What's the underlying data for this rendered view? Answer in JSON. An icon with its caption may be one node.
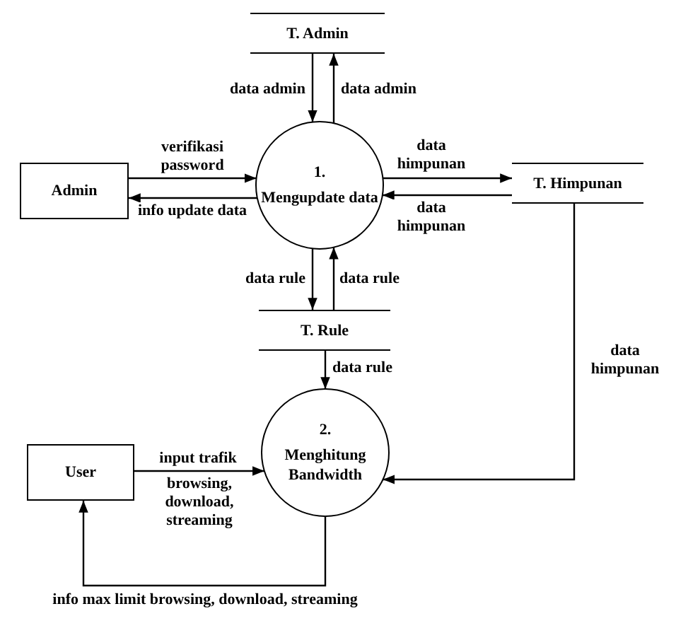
{
  "diagram": {
    "nodes": [
      {
        "text": [
          "T. Admin"
        ]
      },
      {
        "text": [
          "Admin"
        ]
      },
      {
        "text": [
          "1.",
          "Mengupdate data"
        ]
      },
      {
        "text": [
          "T. Himpunan"
        ]
      },
      {
        "text": [
          "T. Rule"
        ]
      },
      {
        "text": [
          "2.",
          "Menghitung Bandwidth"
        ]
      },
      {
        "text": [
          "User"
        ]
      }
    ],
    "edges": [
      {
        "from": 0,
        "to": 2,
        "arrow": "to",
        "label": "data admin"
      },
      {
        "from": 2,
        "to": 0,
        "arrow": "to",
        "label": "data admin"
      },
      {
        "from": 1,
        "to": 2,
        "arrow": "to",
        "label": "verifikasi password"
      },
      {
        "from": 2,
        "to": 1,
        "arrow": "to",
        "label": "info update data"
      },
      {
        "from": 2,
        "to": 3,
        "arrow": "to",
        "label": "data himpunan"
      },
      {
        "from": 3,
        "to": 2,
        "arrow": "to",
        "label": "data himpunan"
      },
      {
        "from": 2,
        "to": 4,
        "arrow": "to",
        "label": "data rule"
      },
      {
        "from": 4,
        "to": 2,
        "arrow": "to",
        "label": "data rule"
      },
      {
        "from": 4,
        "to": 5,
        "arrow": "to",
        "label": "data rule"
      },
      {
        "from": 3,
        "to": 5,
        "arrow": "to",
        "label": "data himpunan"
      },
      {
        "from": 6,
        "to": 5,
        "arrow": "to",
        "label": "input trafik"
      },
      {
        "from": 5,
        "to": 6,
        "arrow": "to",
        "label": "info max limit browsing, download, streaming"
      }
    ],
    "labels": [
      "browsing, download, streaming"
    ]
  }
}
